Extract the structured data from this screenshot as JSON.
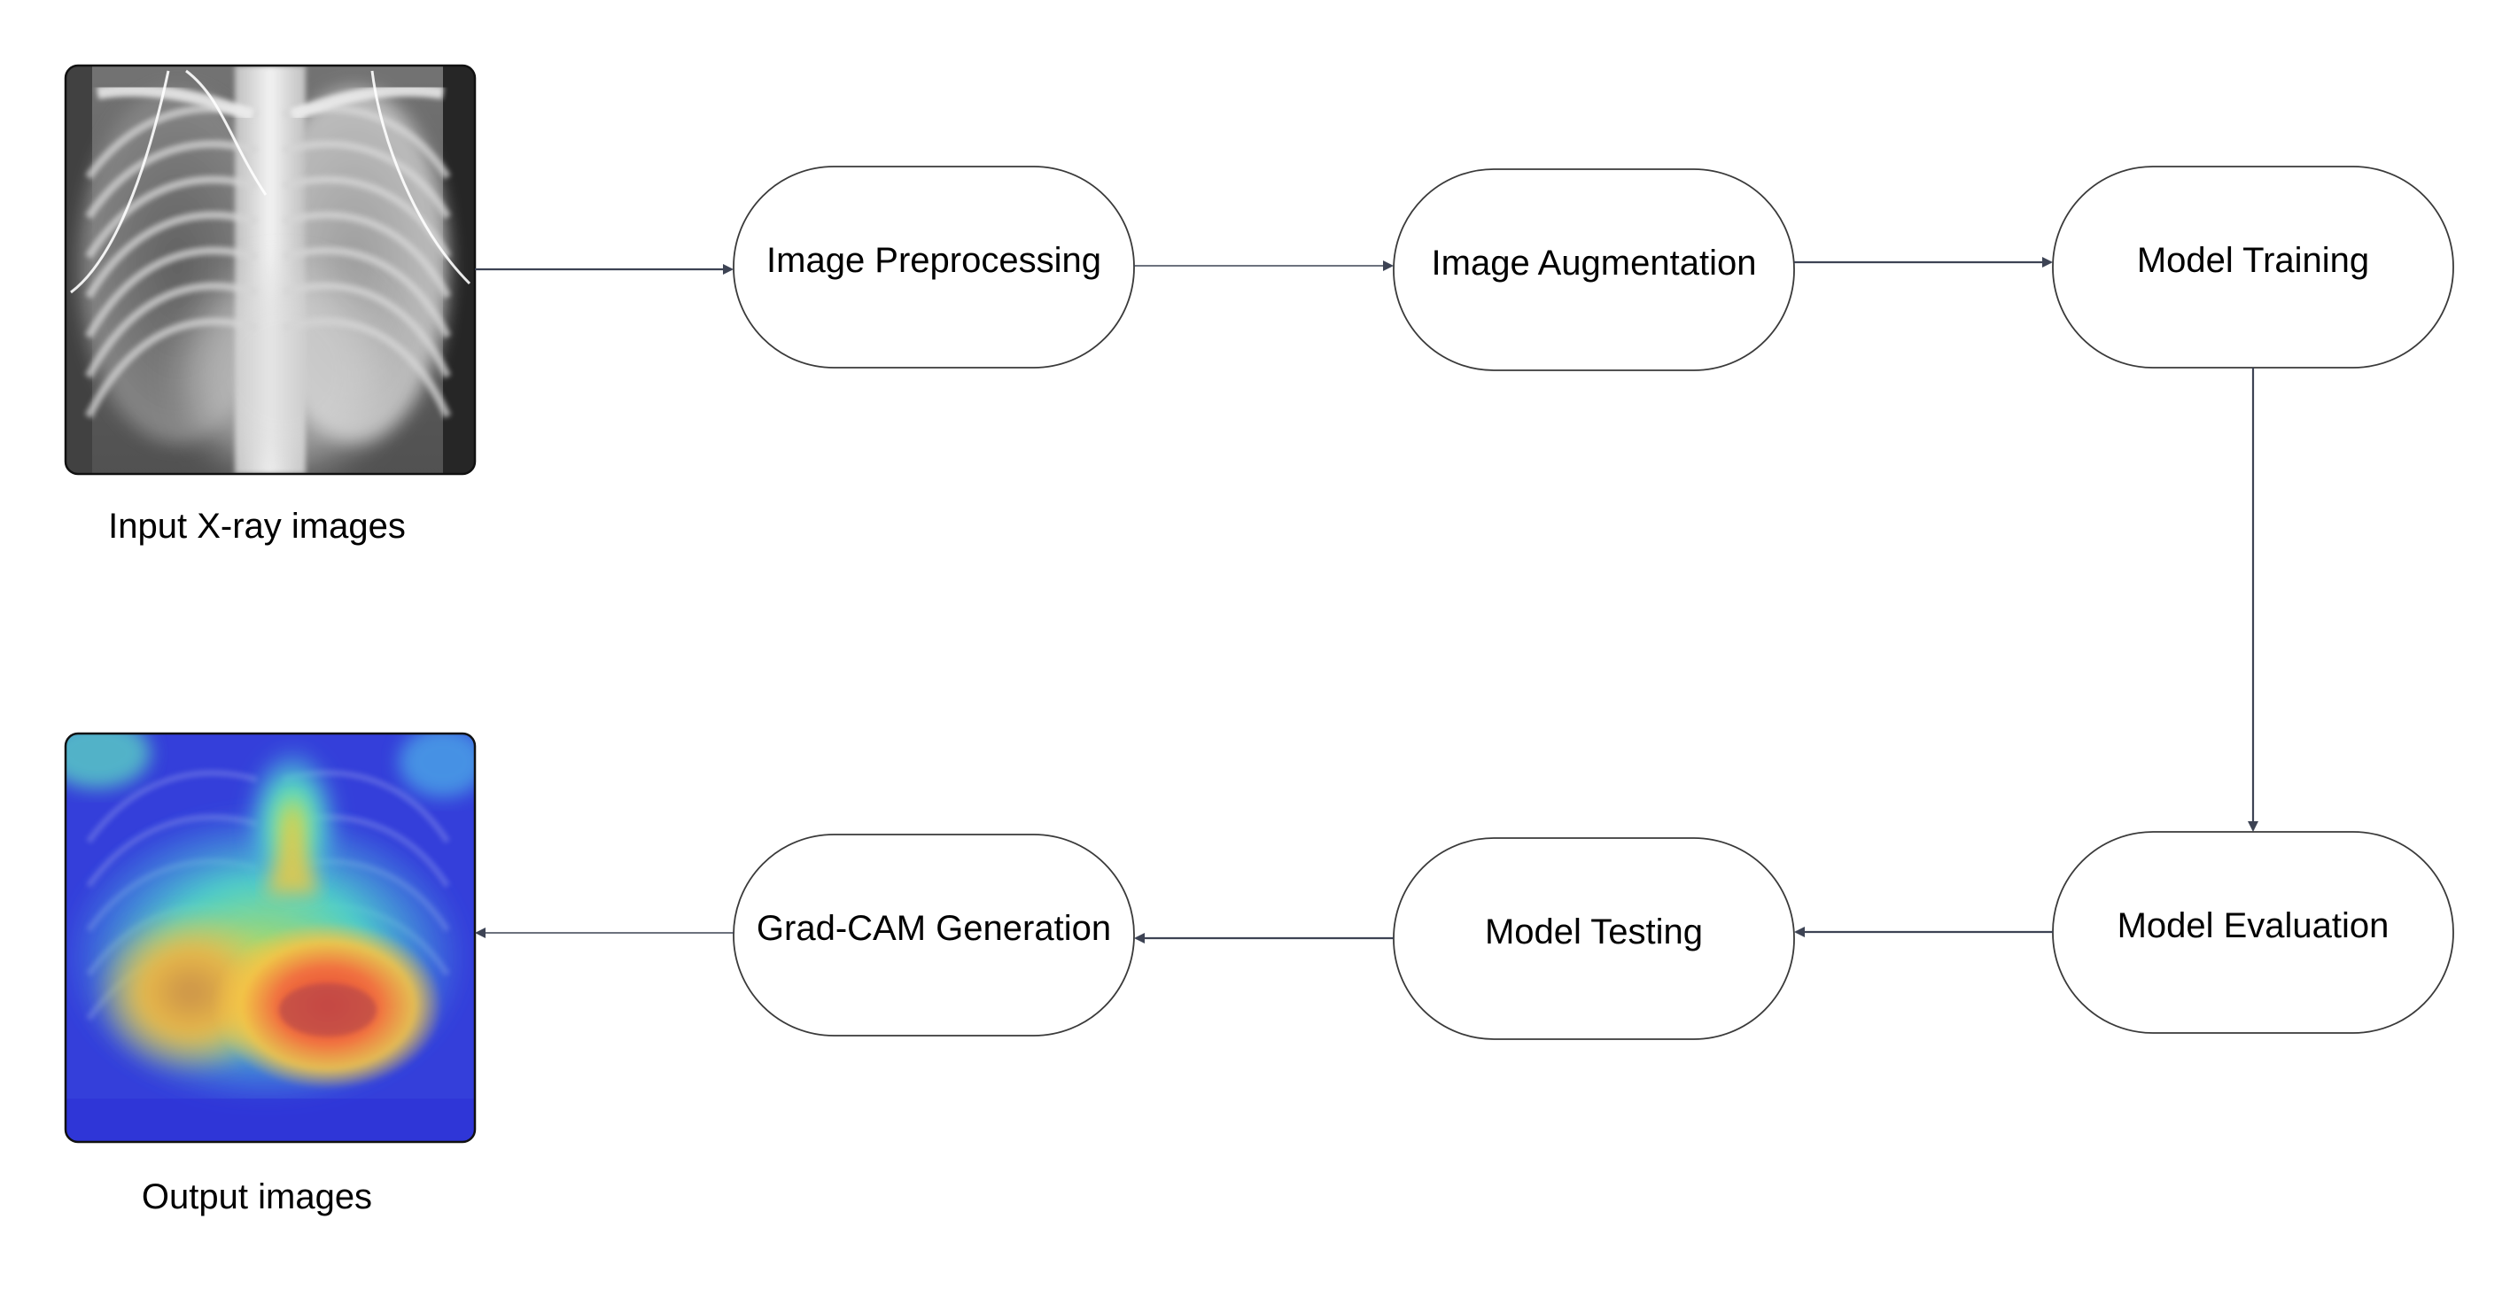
{
  "diagram": {
    "nodes": {
      "preprocessing": "Image Preprocessing",
      "augmentation": "Image Augmentation",
      "training": "Model Training",
      "evaluation": "Model Evaluation",
      "testing": "Model Testing",
      "gradcam": "Grad-CAM Generation"
    },
    "captions": {
      "input": "Input X-ray images",
      "output": "Output images"
    },
    "images": {
      "input": "chest-xray-image",
      "output": "gradcam-heatmap-overlay-image"
    },
    "edges": [
      {
        "from": "input",
        "to": "preprocessing"
      },
      {
        "from": "preprocessing",
        "to": "augmentation"
      },
      {
        "from": "augmentation",
        "to": "training"
      },
      {
        "from": "training",
        "to": "evaluation"
      },
      {
        "from": "evaluation",
        "to": "testing"
      },
      {
        "from": "testing",
        "to": "gradcam"
      },
      {
        "from": "gradcam",
        "to": "output"
      }
    ],
    "colors": {
      "connector": "#3d4354",
      "node_border": "#3a3a3a",
      "background": "#ffffff"
    }
  }
}
